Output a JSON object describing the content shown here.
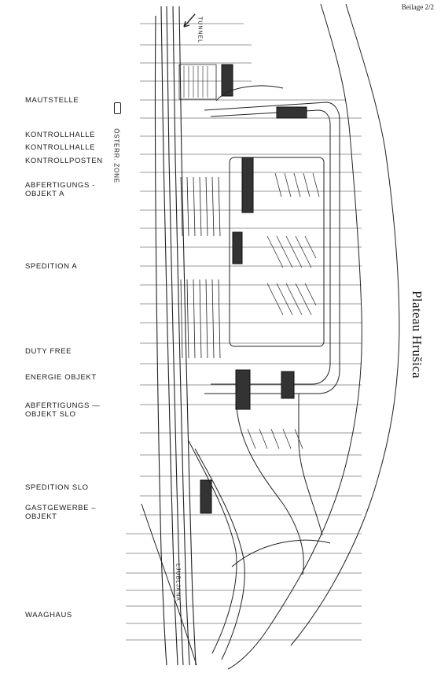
{
  "header": {
    "attachment": "Beilage 2/2"
  },
  "title": "Plateau Hrušica",
  "zone_label": "ÖSTERR. ZONE",
  "road_labels": {
    "tunnel": "TUNNEL",
    "ljubljana": "LJUBLJANA"
  },
  "legend": {
    "mautstelle": "MAUTSTELLE",
    "kontrollhalle_1": "KONTROLLHALLE",
    "kontrollhalle_2": "KONTROLLHALLE",
    "kontrollposten": "KONTROLLPOSTEN",
    "abfertigung_a_1": "ABFERTIGUNGS -",
    "abfertigung_a_2": "OBJEKT    A",
    "spedition_a": "SPEDITION    A",
    "duty_free": "DUTY FREE",
    "energie": "ENERGIE OBJEKT",
    "abfertigung_slo_1": "ABFERTIGUNGS —",
    "abfertigung_slo_2": "OBJEKT SLO",
    "spedition_slo": "SPEDITION SLO",
    "gastgewerbe_1": "GASTGEWERBE –",
    "gastgewerbe_2": "OBJEKT",
    "waaghaus": "WAAGHAUS"
  }
}
